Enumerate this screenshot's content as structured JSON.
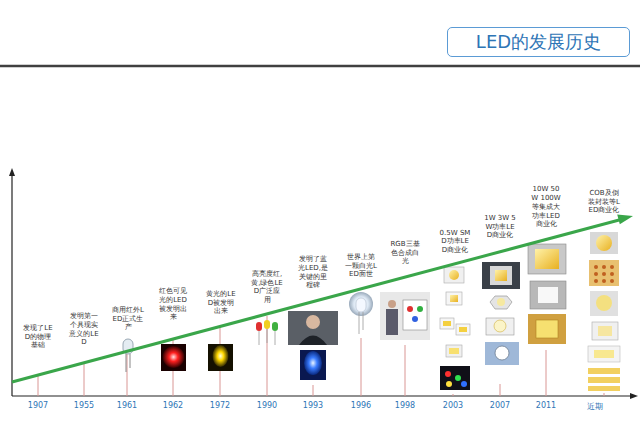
{
  "diagram": {
    "title": "LED的发展历史",
    "labels": [
      "发现了LED的物理基础",
      "发明第一个具现实意义的LED",
      "商用红外LED正式生产",
      "红色可见光的LED被发明出来",
      "黄光的LED被发明出来",
      "高亮度红,黄,绿色LED广泛应用",
      "发明了蓝光LED,是关键的里程碑",
      "世界上第一颗白光LED面世",
      "RGB三基色合成白光",
      "0.5W SMD功率LED商业化",
      "1W 3W 5W功率LED商业化",
      "10W 50W 100W等集成大功率LED商业化",
      "COB及倒装封装等LED商业化",
      "1907",
      "1955",
      "1961",
      "1962",
      "1972",
      "1990",
      "1993",
      "1996",
      "1998",
      "2003",
      "2007",
      "2011",
      "近期"
    ]
  }
}
